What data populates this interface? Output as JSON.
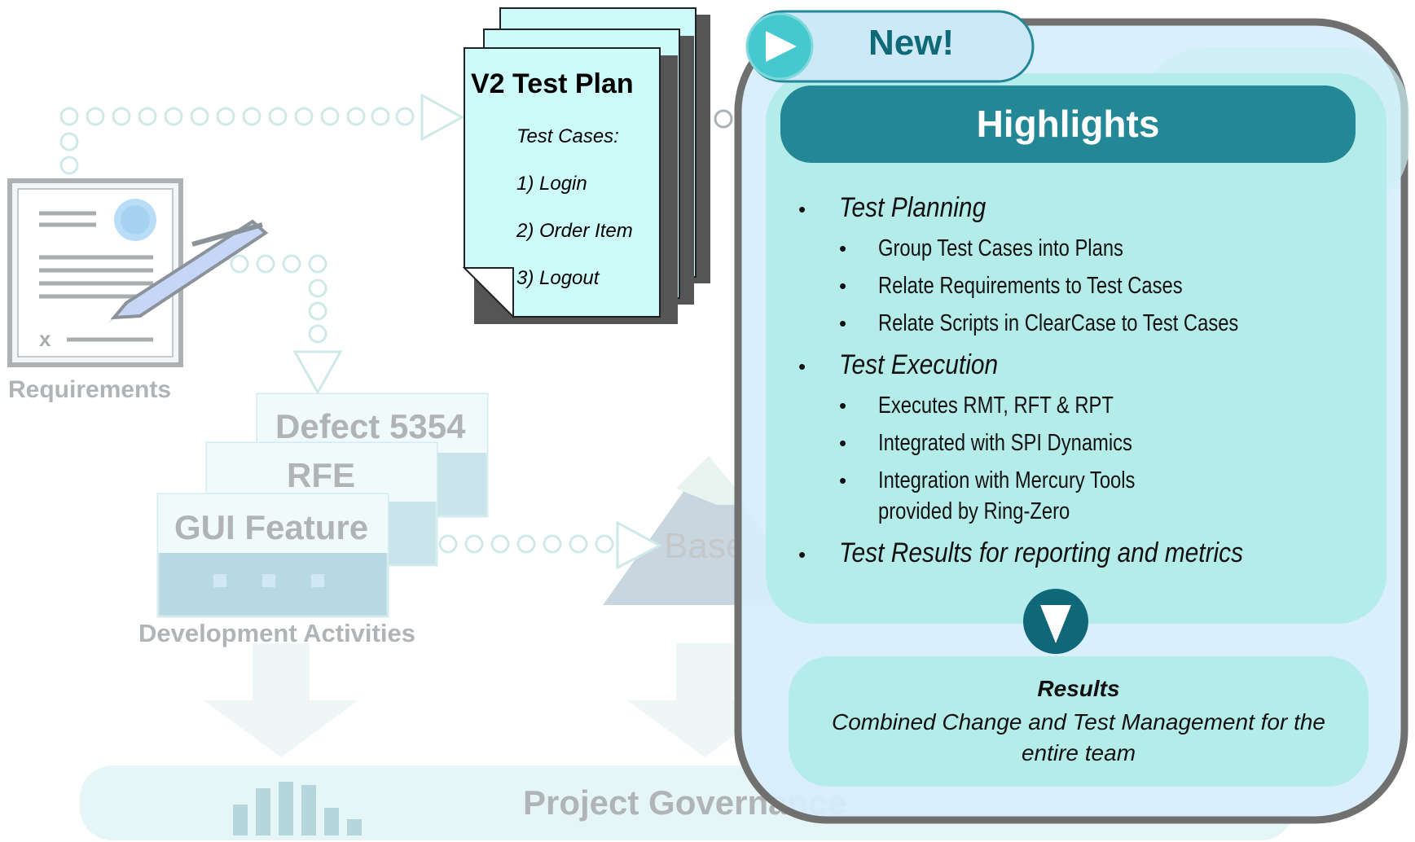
{
  "requirements": {
    "label": "Requirements"
  },
  "test_plan": {
    "title": "V2 Test Plan",
    "cases_label": "Test Cases:",
    "items": [
      "1) Login",
      "2) Order Item",
      "3) Logout"
    ]
  },
  "dev_cards": {
    "defect": "Defect 5354",
    "rfe": "RFE",
    "gui": "GUI Feature",
    "caption": "Development Activities"
  },
  "baseline": {
    "label_visible": "Basel"
  },
  "governance": {
    "label_visible": "Project Governance"
  },
  "callout": {
    "new_label": "New!",
    "highlights_title": "Highlights",
    "sections": [
      {
        "heading": "Test Planning",
        "items": [
          "Group Test Cases into Plans",
          "Relate Requirements to Test Cases",
          "Relate Scripts in ClearCase to Test Cases"
        ]
      },
      {
        "heading": "Test Execution",
        "items": [
          "Executes RMT, RFT & RPT",
          "Integrated with SPI Dynamics",
          "Integration with Mercury Tools",
          "provided by Ring-Zero"
        ]
      },
      {
        "heading": "Test Results for reporting and metrics",
        "items": []
      }
    ],
    "results_title": "Results",
    "results_line1": "Combined Change and Test Management for the",
    "results_line2": "entire team"
  },
  "colors": {
    "teal_dark": "#238796",
    "teal_light": "#b4ecea",
    "callout_bg": "#d6eefb",
    "frame_gray": "#707070"
  },
  "icons": [
    "document-icon",
    "pen-icon",
    "play-icon",
    "down-arrow-icon",
    "bar-chart-icon"
  ]
}
